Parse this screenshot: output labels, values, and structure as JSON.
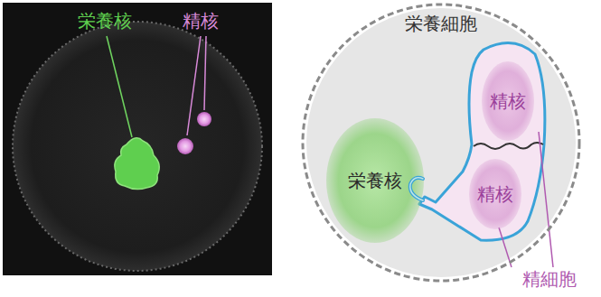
{
  "diagram": {
    "nodes": [
      {
        "text": [
          "栄養細胞"
        ]
      },
      {
        "text": [
          "栄養核"
        ],
        "in": 0
      },
      {
        "text": [
          "精核"
        ],
        "in": 0
      },
      {
        "text": [
          "精核"
        ],
        "in": 0
      }
    ],
    "labels": [
      "栄養核",
      "精核",
      "精細胞"
    ]
  }
}
